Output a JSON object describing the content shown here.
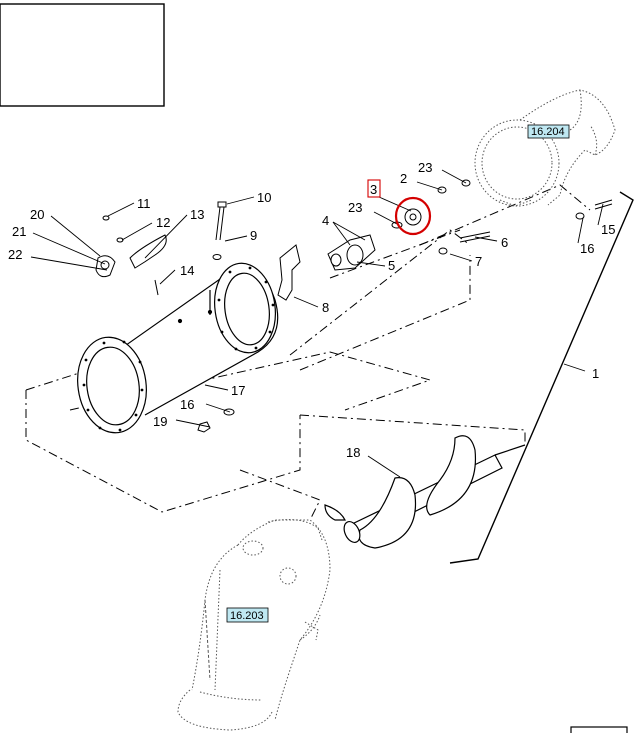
{
  "callouts": {
    "c1": "1",
    "c2": "2",
    "c3": "3",
    "c4": "4",
    "c5": "5",
    "c6": "6",
    "c7": "7",
    "c8": "8",
    "c9": "9",
    "c10": "10",
    "c11": "11",
    "c12": "12",
    "c13": "13",
    "c14": "14",
    "c15": "15",
    "c16a": "16",
    "c16b": "16",
    "c17": "17",
    "c18": "18",
    "c19": "19",
    "c20": "20",
    "c21": "21",
    "c22": "22",
    "c23a": "23",
    "c23b": "23"
  },
  "references": {
    "top": "16.204",
    "bottom": "16.203"
  },
  "colors": {
    "highlight": "#d40000",
    "reference_fill": "#bfe8f2",
    "line": "#000000"
  }
}
